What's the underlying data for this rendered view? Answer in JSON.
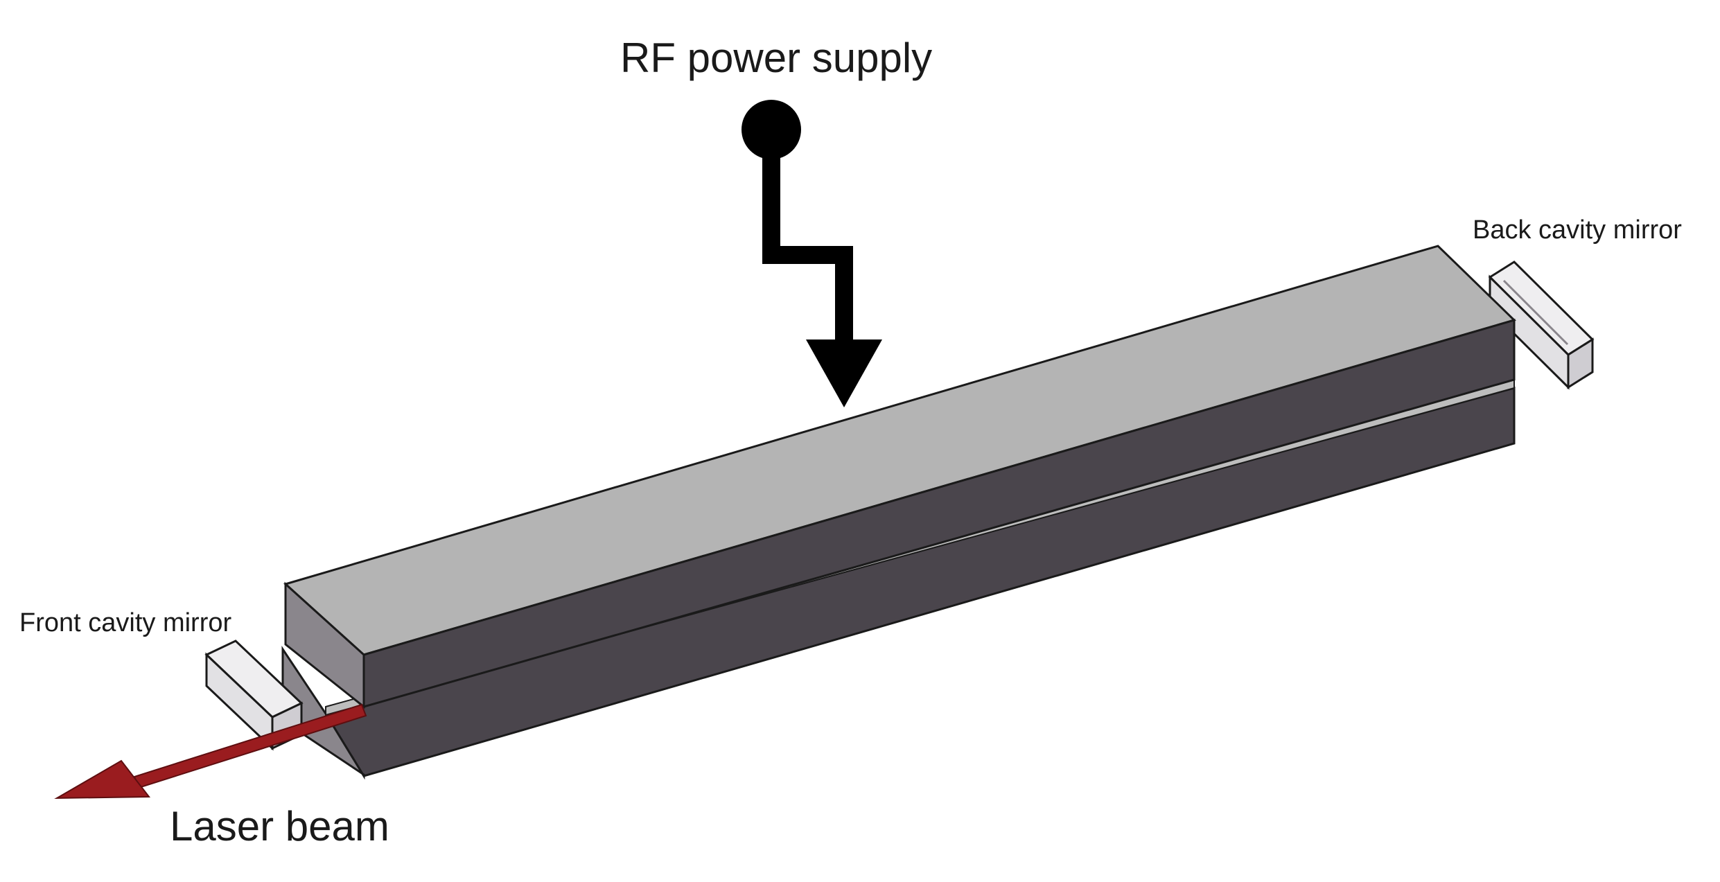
{
  "labels": {
    "rf_power_supply": "RF power supply",
    "back_cavity_mirror": "Back cavity mirror",
    "front_cavity_mirror": "Front cavity mirror",
    "laser_beam": "Laser beam"
  },
  "colors": {
    "electrode_top_face": "#b4b4b4",
    "electrode_side_dark": "#4a454c",
    "electrode_end_face": "#8a868c",
    "gap_line": "#bdbdbd",
    "mirror_face": "#efeef0",
    "mirror_side": "#cfcdd2",
    "rf_symbol": "#000000",
    "laser_beam": "#9a1c1f",
    "outline": "#1a1a1a"
  },
  "icons": {
    "rf_source": "rf-source-terminal-icon",
    "power_arrow": "arrow-down-icon",
    "beam_arrow": "arrow-left-icon"
  }
}
